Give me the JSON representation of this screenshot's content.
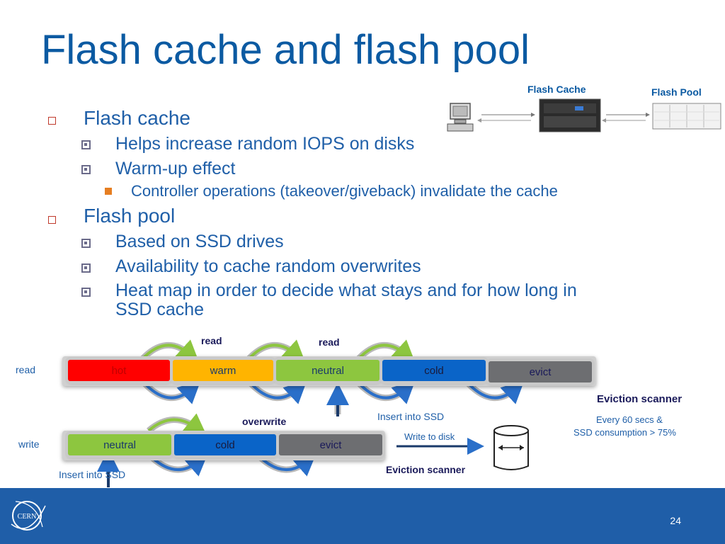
{
  "slide": {
    "title": "Flash cache and flash pool",
    "page_number": "24"
  },
  "bullets": {
    "flash_cache": "Flash cache",
    "helps_iops": "Helps increase random IOPS on disks",
    "warmup": "Warm-up effect",
    "controller_ops": "Controller operations (takeover/giveback) invalidate the cache",
    "flash_pool": "Flash pool",
    "ssd_drives": "Based on SSD drives",
    "availability": "Availability to cache random overwrites",
    "heat_map_line1": "Heat map in order to decide what stays and for how long in",
    "heat_map_line2": "SSD cache"
  },
  "top_diagram": {
    "flash_cache_label": "Flash Cache",
    "flash_pool_label": "Flash Pool"
  },
  "read_row": {
    "side_label": "read",
    "read_label_1": "read",
    "read_label_2": "read",
    "states": [
      "hot",
      "warm",
      "neutral",
      "cold",
      "evict"
    ],
    "insert_label": "Insert into SSD",
    "scanner_label": "Eviction scanner",
    "scanner_cond_1": "Every 60 secs &",
    "scanner_cond_2": "SSD consumption > 75%"
  },
  "write_row": {
    "side_label": "write",
    "overwrite_label": "overwrite",
    "states": [
      "neutral",
      "cold",
      "evict"
    ],
    "insert_label": "Insert into SSD",
    "write_disk_label": "Write to disk",
    "scanner_label": "Eviction scanner"
  },
  "colors": {
    "hot": "#ff0000",
    "warm": "#ffb400",
    "neutral": "#8dc63f",
    "cold": "#0a64c8",
    "evict": "#6d6e71",
    "footer": "#1f5ea8",
    "title": "#0b5aa2"
  }
}
